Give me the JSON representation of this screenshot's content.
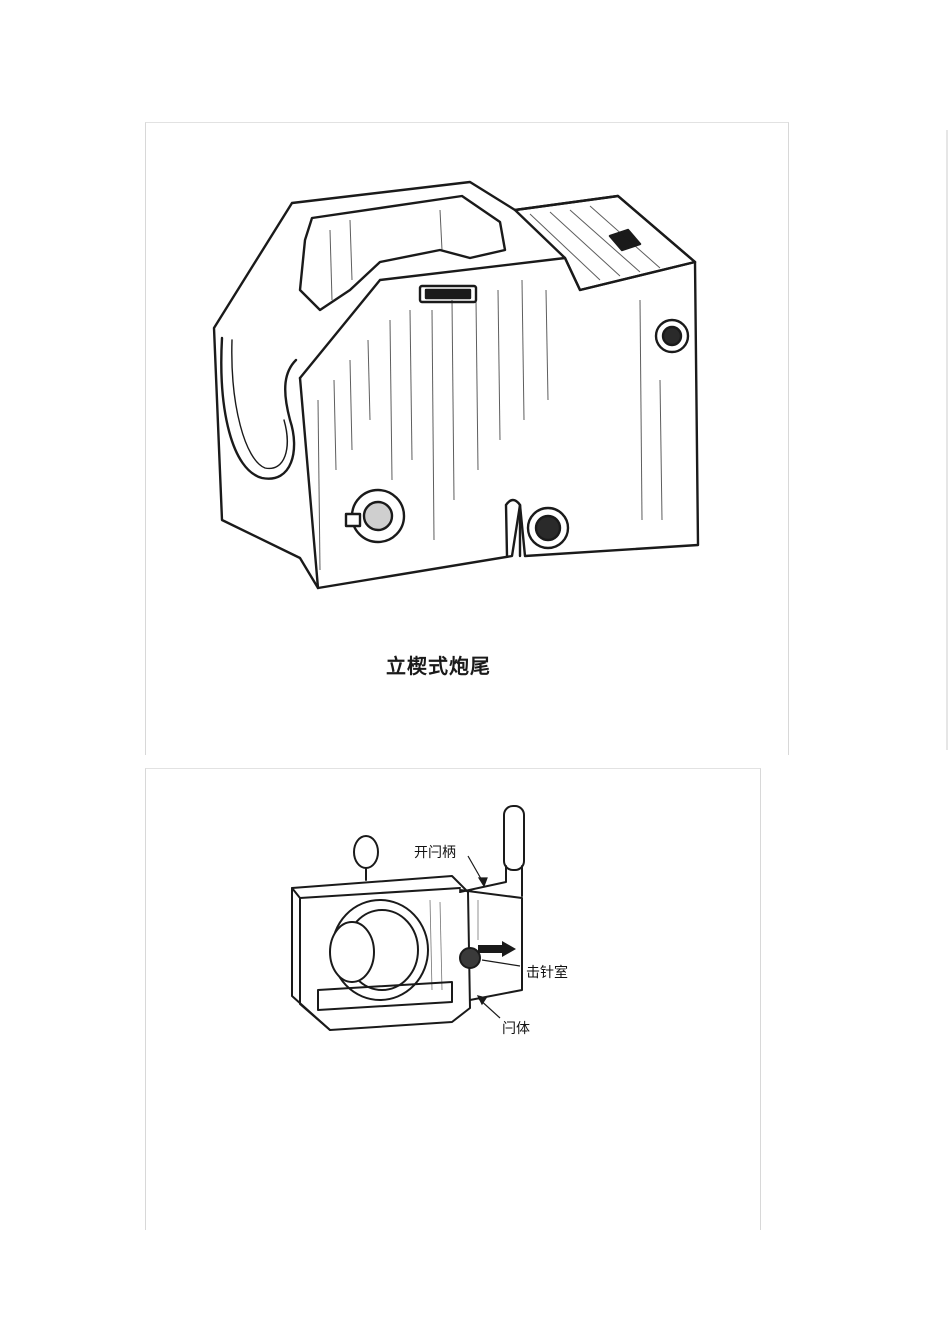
{
  "figure_1": {
    "caption": "立楔式炮尾",
    "subject": "vertical-sliding-wedge-breech"
  },
  "figure_2": {
    "labels": {
      "handle": "开闩柄",
      "firing_chamber": "击针室",
      "breech_block": "闩体"
    },
    "subject": "breech-block-assembly"
  },
  "colors": {
    "ink": "#1a1a1a",
    "paper": "#ffffff",
    "frame": "#d8d8d8"
  }
}
